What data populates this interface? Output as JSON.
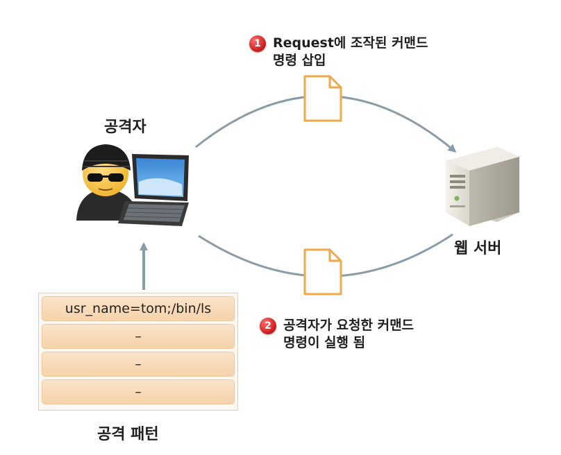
{
  "labels": {
    "attacker": "공격자",
    "web_server": "웹 서버",
    "attack_pattern": "공격 패턴"
  },
  "steps": [
    {
      "number": "1",
      "lines": [
        "Request에 조작된 커맨드",
        "명령 삽입"
      ]
    },
    {
      "number": "2",
      "lines": [
        "공격자가 요청한 커맨드",
        "명령이 실행 됨"
      ]
    }
  ],
  "pattern_rows": [
    "usr_name=tom;/bin/ls",
    "–",
    "–",
    "–"
  ],
  "icons": {
    "attacker": "hacker-with-laptop-icon",
    "server": "server-tower-icon",
    "request_doc": "document-icon",
    "response_doc": "document-icon"
  },
  "colors": {
    "arrow": "#8a9ba8",
    "document_outline": "#f0a84a",
    "badge": "#d42222",
    "pattern_row": "#f8d9b5"
  }
}
